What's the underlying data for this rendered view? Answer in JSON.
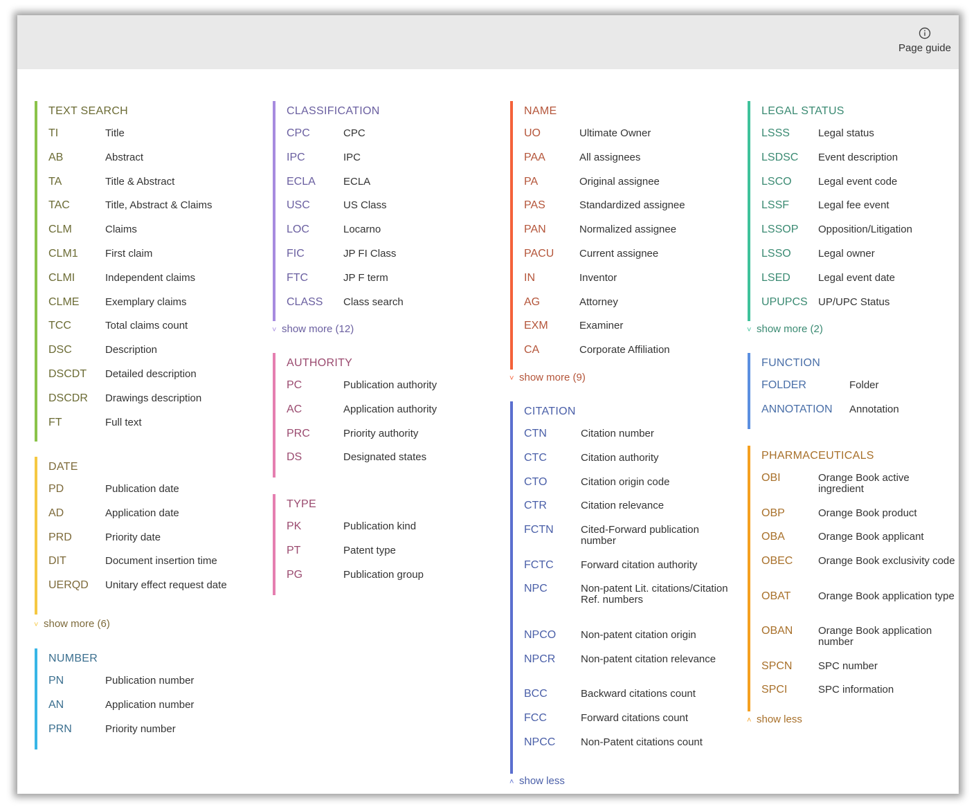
{
  "header": {
    "page_guide": "Page guide"
  },
  "sections": {
    "text_search": {
      "title": "TEXT SEARCH",
      "color": "#8bc34a",
      "text_color": "#6b6b34",
      "items": [
        {
          "code": "TI",
          "label": "Title"
        },
        {
          "code": "AB",
          "label": "Abstract"
        },
        {
          "code": "TA",
          "label": "Title & Abstract"
        },
        {
          "code": "TAC",
          "label": "Title, Abstract & Claims"
        },
        {
          "code": "CLM",
          "label": "Claims"
        },
        {
          "code": "CLM1",
          "label": "First claim"
        },
        {
          "code": "CLMI",
          "label": "Independent claims"
        },
        {
          "code": "CLME",
          "label": "Exemplary claims"
        },
        {
          "code": "TCC",
          "label": "Total claims count"
        },
        {
          "code": "DSC",
          "label": "Description"
        },
        {
          "code": "DSCDT",
          "label": "Detailed description"
        },
        {
          "code": "DSCDR",
          "label": "Drawings description"
        },
        {
          "code": "FT",
          "label": "Full text"
        }
      ]
    },
    "date": {
      "title": "DATE",
      "color": "#f5c842",
      "text_color": "#7d6a3a",
      "items": [
        {
          "code": "PD",
          "label": "Publication date"
        },
        {
          "code": "AD",
          "label": "Application date"
        },
        {
          "code": "PRD",
          "label": "Priority date"
        },
        {
          "code": "DIT",
          "label": "Document insertion time"
        },
        {
          "code": "UERQD",
          "label": "Unitary effect request date"
        }
      ],
      "more": "show more (6)"
    },
    "number": {
      "title": "NUMBER",
      "color": "#38b6e6",
      "text_color": "#3b6f8f",
      "items": [
        {
          "code": "PN",
          "label": "Publication number"
        },
        {
          "code": "AN",
          "label": "Application number"
        },
        {
          "code": "PRN",
          "label": "Priority number"
        }
      ]
    },
    "classification": {
      "title": "CLASSIFICATION",
      "color": "#a78bdf",
      "text_color": "#6a5fa0",
      "items": [
        {
          "code": "CPC",
          "label": "CPC"
        },
        {
          "code": "IPC",
          "label": "IPC"
        },
        {
          "code": "ECLA",
          "label": "ECLA"
        },
        {
          "code": "USC",
          "label": "US Class"
        },
        {
          "code": "LOC",
          "label": "Locarno"
        },
        {
          "code": "FIC",
          "label": "JP FI Class"
        },
        {
          "code": "FTC",
          "label": "JP F term"
        },
        {
          "code": "CLASS",
          "label": "Class search"
        }
      ],
      "more": "show more (12)"
    },
    "authority": {
      "title": "AUTHORITY",
      "color": "#e57fb0",
      "text_color": "#9a4a6f",
      "items": [
        {
          "code": "PC",
          "label": "Publication authority"
        },
        {
          "code": "AC",
          "label": "Application authority"
        },
        {
          "code": "PRC",
          "label": "Priority authority"
        },
        {
          "code": "DS",
          "label": "Designated states"
        }
      ]
    },
    "type": {
      "title": "TYPE",
      "color": "#e57fb0",
      "text_color": "#9a4a6f",
      "items": [
        {
          "code": "PK",
          "label": "Publication kind"
        },
        {
          "code": "PT",
          "label": "Patent type"
        },
        {
          "code": "PG",
          "label": "Publication group"
        }
      ]
    },
    "name": {
      "title": "NAME",
      "color": "#f4623a",
      "text_color": "#b4553a",
      "items": [
        {
          "code": "UO",
          "label": "Ultimate Owner"
        },
        {
          "code": "PAA",
          "label": "All assignees"
        },
        {
          "code": "PA",
          "label": "Original assignee"
        },
        {
          "code": "PAS",
          "label": "Standardized assignee"
        },
        {
          "code": "PAN",
          "label": "Normalized assignee"
        },
        {
          "code": "PACU",
          "label": "Current assignee"
        },
        {
          "code": "IN",
          "label": "Inventor"
        },
        {
          "code": "AG",
          "label": "Attorney"
        },
        {
          "code": "EXM",
          "label": "Examiner"
        },
        {
          "code": "CA",
          "label": "Corporate Affiliation"
        }
      ],
      "more": "show more (9)"
    },
    "citation": {
      "title": "CITATION",
      "color": "#5b6fcf",
      "text_color": "#4a5fa8",
      "items": [
        {
          "code": "CTN",
          "label": "Citation number"
        },
        {
          "code": "CTC",
          "label": "Citation authority"
        },
        {
          "code": "CTO",
          "label": "Citation origin code"
        },
        {
          "code": "CTR",
          "label": "Citation relevance"
        },
        {
          "code": "FCTN",
          "label": "Cited-Forward publication number"
        },
        {
          "code": "FCTC",
          "label": "Forward citation authority"
        },
        {
          "code": "NPC",
          "label": "Non-patent Lit. citations/Citation Ref. numbers"
        },
        {
          "code": "NPCO",
          "label": "Non-patent citation origin"
        },
        {
          "code": "NPCR",
          "label": "Non-patent citation relevance"
        },
        {
          "code": "BCC",
          "label": "Backward citations count"
        },
        {
          "code": "FCC",
          "label": "Forward citations count"
        },
        {
          "code": "NPCC",
          "label": "Non-Patent citations count"
        }
      ],
      "more": "show less"
    },
    "legal_status": {
      "title": "LEGAL STATUS",
      "color": "#3fc29b",
      "text_color": "#3a8a72",
      "items": [
        {
          "code": "LSSS",
          "label": "Legal status"
        },
        {
          "code": "LSDSC",
          "label": "Event description"
        },
        {
          "code": "LSCO",
          "label": "Legal event code"
        },
        {
          "code": "LSSF",
          "label": "Legal fee event"
        },
        {
          "code": "LSSOP",
          "label": "Opposition/Litigation"
        },
        {
          "code": "LSSO",
          "label": "Legal owner"
        },
        {
          "code": "LSED",
          "label": "Legal event date"
        },
        {
          "code": "UPUPCS",
          "label": "UP/UPC Status"
        }
      ],
      "more": "show more (2)"
    },
    "function": {
      "title": "FUNCTION",
      "color": "#5b8fe0",
      "text_color": "#4a6fa8",
      "items": [
        {
          "code": "FOLDER",
          "label": "Folder"
        },
        {
          "code": "ANNOTATION",
          "label": "Annotation"
        }
      ]
    },
    "pharmaceuticals": {
      "title": "PHARMACEUTICALS",
      "color": "#f5a020",
      "text_color": "#a8702a",
      "items": [
        {
          "code": "OBI",
          "label": "Orange Book active ingredient"
        },
        {
          "code": "OBP",
          "label": "Orange Book product"
        },
        {
          "code": "OBA",
          "label": "Orange Book applicant"
        },
        {
          "code": "OBEC",
          "label": "Orange Book exclusivity code"
        },
        {
          "code": "OBAT",
          "label": "Orange Book application type"
        },
        {
          "code": "OBAN",
          "label": "Orange Book application number"
        },
        {
          "code": "SPCN",
          "label": "SPC number"
        },
        {
          "code": "SPCI",
          "label": "SPC information"
        }
      ],
      "more": "show less"
    }
  }
}
